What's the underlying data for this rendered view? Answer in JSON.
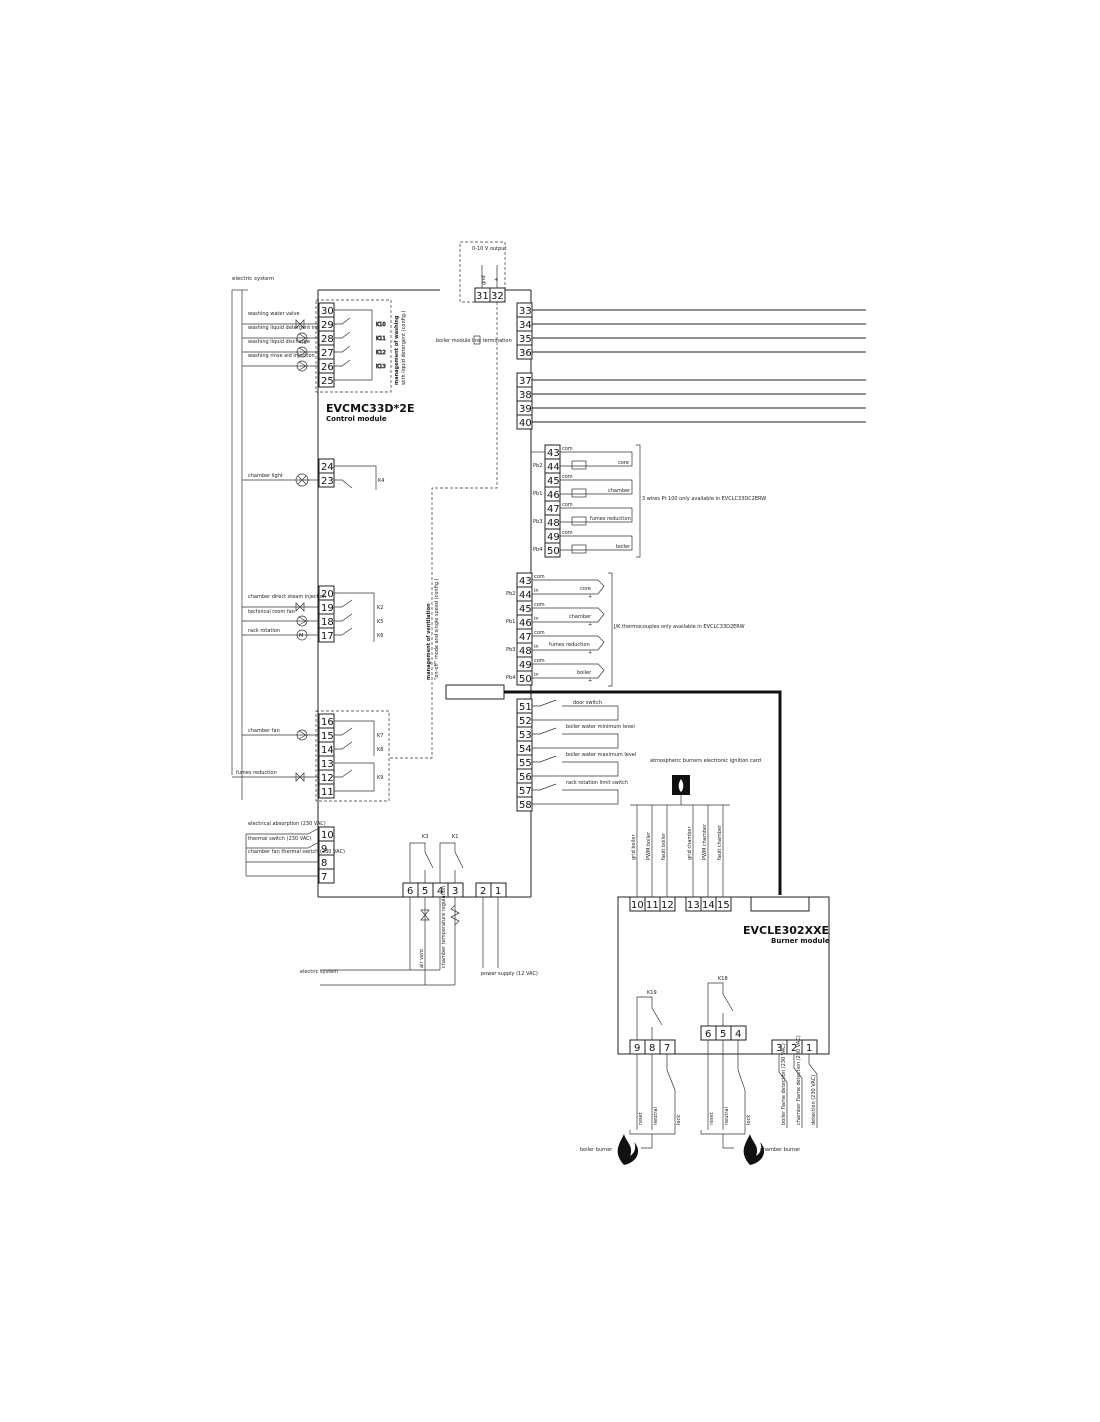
{
  "modules": {
    "control": {
      "title": "EVCMC33D*2E",
      "subtitle": "Control module"
    },
    "burner": {
      "title": "EVCLE302XXE",
      "subtitle": "Burner module"
    }
  },
  "labels": {
    "electric_system_top": "electric system",
    "electric_system_bottom": "electric system",
    "output_0_10v": "0-10 V output",
    "gnd": "gnd",
    "plus": "+",
    "boiler_module_line_termination": "boiler module line termination",
    "management_of_washing": "management of washing",
    "management_of_washing_sub": "with liquid detergent (config.)",
    "management_of_ventilation": "management of ventilation",
    "management_of_ventilation_sub": "\"on-off\" mode and single speed (config.)",
    "washing_water_valve": "washing water valve",
    "washing_liquid_detergent": "washing liquid detergent inj.",
    "washing_liquid_discharge": "washing liquid discharge",
    "washing_rinse_aid": "washing rinse aid injection",
    "chamber_light": "chamber light",
    "chamber_direct_steam": "chamber direct steam injection",
    "technical_room_fan": "technical room fan",
    "rack_rotation": "rack rotation",
    "chamber_fan": "chamber fan",
    "fumes_reduction": "fumes reduction",
    "electrical_absorption": "electrical absorption (230 VAC)",
    "thermal_switch": "thermal switch (230 VAC)",
    "chamber_fan_thermal_switch": "chamber fan thermal switch (230 VAC)",
    "air_vent": "air vent",
    "chamber_temperature_regulation": "chamber temperature regulation",
    "power_supply": "power supply (12 VAC)",
    "pt100_note": "3 wires Pt 100 only available in EVCLC33DC2ERW",
    "tc_note": "J/K thermocouples only available in EVCLC33D2ERW",
    "com": "com",
    "in": "in",
    "core": "core",
    "chamber": "chamber",
    "fumes_reduction_probe": "fumes reduction",
    "boiler": "boiler",
    "door_switch": "door switch",
    "boiler_water_min": "boiler water minimum level",
    "boiler_water_max": "boiler water maximum level",
    "rack_rotation_limit": "rack rotation limit switch",
    "atmospheric_burners": "atmospheric burners electronic ignition card",
    "grid_boiler": "grid boiler",
    "pwm_boiler": "PWM boiler",
    "fault_boiler": "fault boiler",
    "grid_chamber": "grid chamber",
    "pwm_chamber": "PWM chamber",
    "fault_chamber": "fault chamber",
    "reset": "reset",
    "neutral": "neutral",
    "lock": "lock",
    "boiler_burner": "boiler burner",
    "chamber_burner": "chamber burner",
    "boiler_flame_detection": "boiler flame detection (230 VAC)",
    "chamber_flame_detection": "chamber flame detection (230 VAC)",
    "ext_detection": "detection (230 VAC)"
  },
  "relays": {
    "K10": "K10",
    "K11": "K11",
    "K12": "K12",
    "K13": "K13",
    "K4": "K4",
    "K2": "K2",
    "K5": "K5",
    "K6": "K6",
    "K7": "K7",
    "K8": "K8",
    "K9": "K9",
    "K3": "K3",
    "K1": "K1",
    "K19": "K19",
    "K18": "K18"
  },
  "probes": {
    "Pb1": "Pb1",
    "Pb2": "Pb2",
    "Pb3": "Pb3",
    "Pb4": "Pb4"
  },
  "terminals": {
    "t1": "1",
    "t2": "2",
    "t3": "3",
    "t4": "4",
    "t5": "5",
    "t6": "6",
    "t7": "7",
    "t8": "8",
    "t9": "9",
    "t10": "10",
    "t11": "11",
    "t12": "12",
    "t13": "13",
    "t14": "14",
    "t15": "15",
    "t16": "16",
    "t17": "17",
    "t18": "18",
    "t19": "19",
    "t20": "20",
    "t23": "23",
    "t24": "24",
    "t25": "25",
    "t26": "26",
    "t27": "27",
    "t28": "28",
    "t29": "29",
    "t30": "30",
    "t31": "31",
    "t32": "32",
    "t33": "33",
    "t34": "34",
    "t35": "35",
    "t36": "36",
    "t37": "37",
    "t38": "38",
    "t39": "39",
    "t40": "40",
    "t43": "43",
    "t44": "44",
    "t45": "45",
    "t46": "46",
    "t47": "47",
    "t48": "48",
    "t49": "49",
    "t50": "50",
    "t51": "51",
    "t52": "52",
    "t53": "53",
    "t54": "54",
    "t55": "55",
    "t56": "56",
    "t57": "57",
    "t58": "58"
  }
}
